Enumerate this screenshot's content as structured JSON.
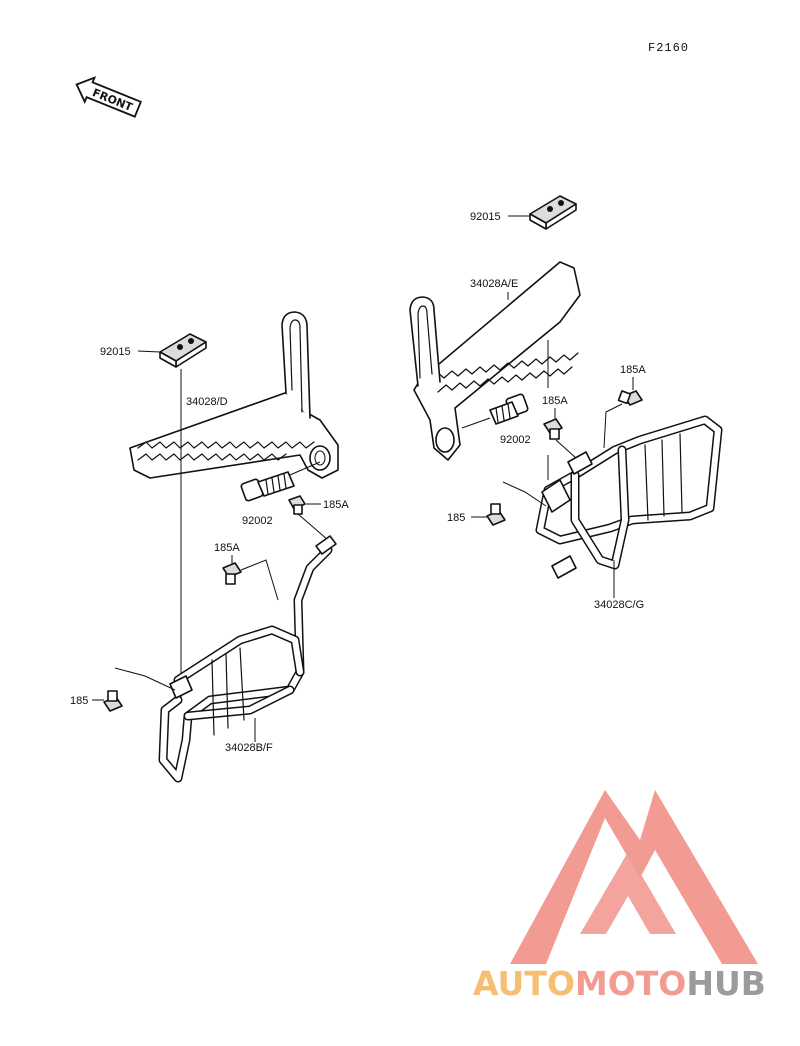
{
  "figure": {
    "code": "F2160",
    "front_arrow": "FRONT"
  },
  "parts": {
    "left_assembly": {
      "pad": "92015",
      "footrest": "34028/D",
      "bolt": "92002",
      "bolt_small_upper": "185A",
      "bolt_small_mid": "185A",
      "bolt_small_lower": "185",
      "guard": "34028B/F"
    },
    "right_assembly": {
      "pad": "92015",
      "footrest": "34028A/E",
      "bolt": "92002",
      "bolt_small_upper": "185A",
      "bolt_small_mid": "185A",
      "bolt_small_lower": "185",
      "guard": "34028C/G"
    }
  },
  "watermark": {
    "brand_part1": "AUTO",
    "brand_part2": "MOTO",
    "brand_part3": "HUB",
    "colors": {
      "orange": "#f5b35a",
      "red": "#f08a80",
      "gray": "#8a8a8a"
    }
  }
}
